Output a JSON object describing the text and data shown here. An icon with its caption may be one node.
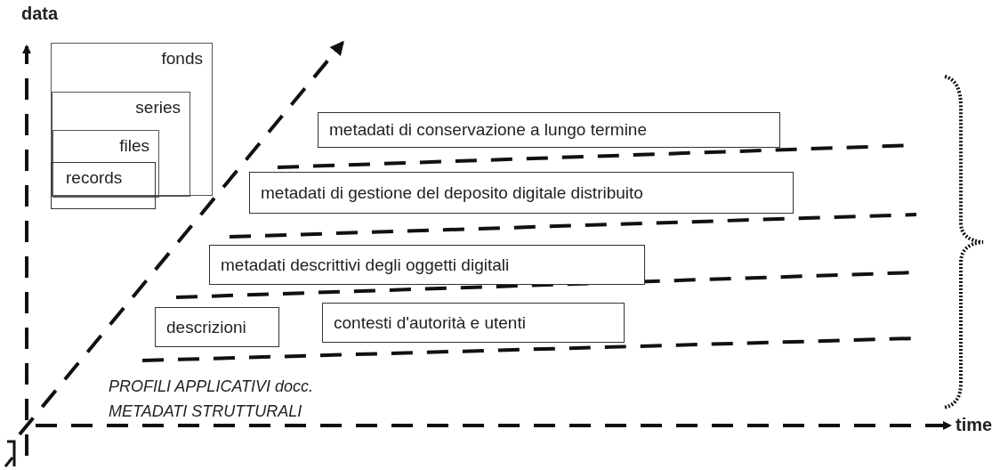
{
  "diagram": {
    "nodes": [
      {
        "text": [
          "fonds"
        ]
      },
      {
        "text": [
          "series"
        ],
        "in": 0
      },
      {
        "text": [
          "files"
        ],
        "in": 1
      },
      {
        "text": [
          "records"
        ]
      },
      {
        "text": [
          "metadati di conservazione a lungo termine"
        ]
      },
      {
        "text": [
          "metadati di gestione del deposito digitale distribuito"
        ]
      },
      {
        "text": [
          "metadati descrittivi degli oggetti digitali"
        ]
      },
      {
        "text": [
          "descrizioni"
        ]
      },
      {
        "text": [
          "contesti d'autorità e utenti"
        ]
      }
    ],
    "edges": [],
    "labels": [
      "data",
      "PROFILI APPLICATIVI docc.",
      "METADATI STRUTTURALI",
      "time"
    ]
  }
}
